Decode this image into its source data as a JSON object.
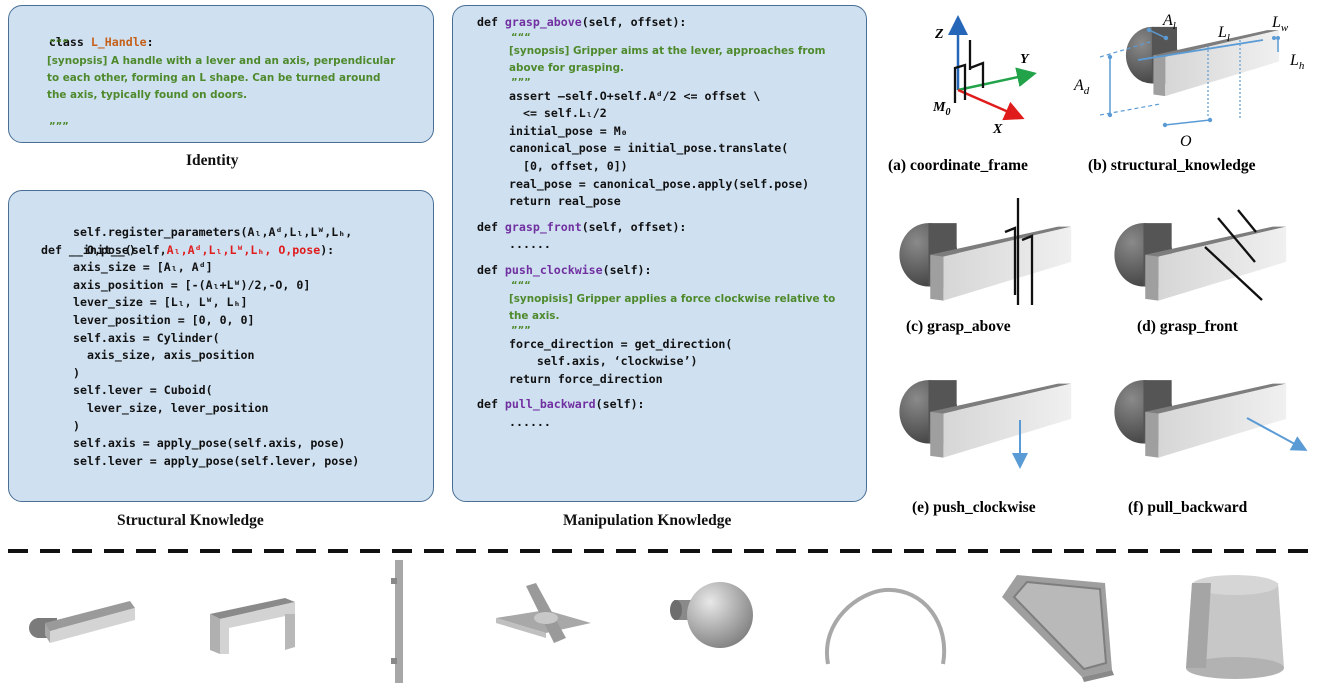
{
  "identity": {
    "caption": "Identity",
    "class_kw": "class ",
    "class_name": "L_Handle",
    "colon": ":",
    "quote_open": "“““",
    "synopsis": "[synopsis] A handle with a lever and an axis, perpendicular to  each other, forming an L shape. Can be turned around the axis, typically found on doors.",
    "quote_close": "”””"
  },
  "structural": {
    "caption": "Structural Knowledge",
    "lines": [
      "self.register_parameters(Aₗ,Aᵈ,Lₗ,Lᵂ,Lₕ,",
      "  O,pose)",
      "axis_size = [Aₗ, Aᵈ]",
      "axis_position = [-(Aₗ+Lᵂ)/2,-O, 0]",
      "lever_size = [Lₗ, Lᵂ, Lₕ]",
      "lever_position = [0, 0, 0]",
      "self.axis = Cylinder(",
      "  axis_size, axis_position",
      ")",
      "self.lever = Cuboid(",
      "  lever_size, lever_position",
      ")",
      "self.axis = apply_pose(self.axis, pose)",
      "self.lever = apply_pose(self.lever, pose)"
    ],
    "init_def": "def __init__(self,",
    "init_params": "Aₗ,Aᵈ,Lₗ,Lᵂ,Lₕ, O,pose",
    "init_end": "):"
  },
  "manipulation": {
    "caption": "Manipulation Knowledge",
    "grasp_above": {
      "def": "def ",
      "name": "grasp_above",
      "sig": "(self, offset):",
      "synopsis": "[synopsis]  Gripper aims at the lever, approaches from above for grasping.",
      "body": [
        "assert –self.O+self.Aᵈ/2 <= offset \\",
        "  <= self.Lₗ/2",
        "initial_pose = M₀",
        "canonical_pose = initial_pose.translate(",
        "  [0, offset, 0])",
        "real_pose = canonical_pose.apply(self.pose)",
        "return real_pose"
      ]
    },
    "grasp_front": {
      "def": "def ",
      "name": "grasp_front",
      "sig": "(self, offset):",
      "body": [
        "......"
      ]
    },
    "push_clockwise": {
      "def": "def ",
      "name": "push_clockwise",
      "sig": "(self):",
      "synopsis": "[synopisis]  Gripper applies a force clockwise relative to the axis.",
      "body": [
        "force_direction = get_direction(",
        "    self.axis, ‘clockwise’)",
        "return force_direction"
      ]
    },
    "pull_backward": {
      "def": "def ",
      "name": "pull_backward",
      "sig": "(self):",
      "body": [
        "......"
      ]
    }
  },
  "figures": {
    "a": "(a) coordinate_frame",
    "b": "(b) structural_knowledge",
    "c": "(c) grasp_above",
    "d": "(d) grasp_front",
    "e": "(e) push_clockwise",
    "f": "(f) pull_backward",
    "axis_z": "Z",
    "axis_y": "Y",
    "axis_x": "X",
    "origin": "M",
    "origin_sub": "0",
    "labels": {
      "Al": "A",
      "Al_sub": "l",
      "Ll": "L",
      "Ll_sub": "l",
      "Lw": "L",
      "Lw_sub": "w",
      "Lh": "L",
      "Lh_sub": "h",
      "Ad": "A",
      "Ad_sub": "d",
      "O": "O"
    }
  },
  "colors": {
    "panel_bg": "#cfe0f1",
    "panel_border": "#4a6f95",
    "keyword_purple": "#7030a0",
    "class_orange": "#c5601a",
    "param_red": "#e01b1b",
    "doc_green": "#4e8a2c",
    "dim_blue": "#5b9bd5"
  }
}
